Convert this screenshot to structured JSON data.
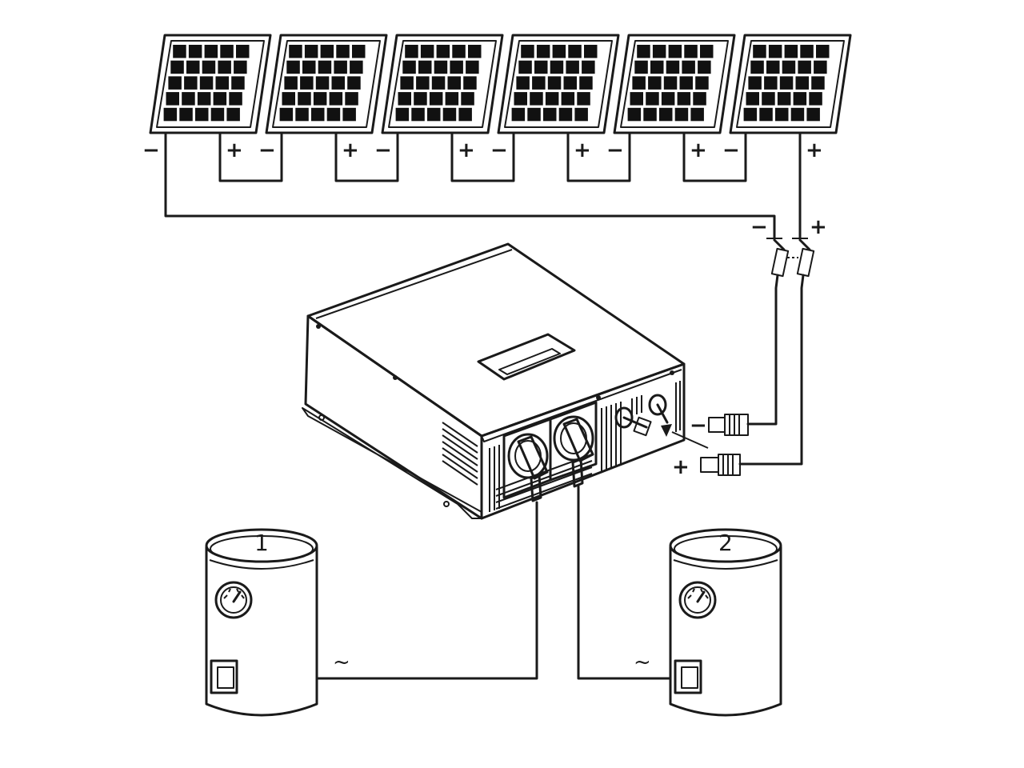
{
  "panels": {
    "count": 6,
    "minus_label": "−",
    "plus_label": "+"
  },
  "fuse": {
    "minus_label": "−",
    "plus_label": "+"
  },
  "connectors": {
    "minus_label": "−",
    "plus_label": "+"
  },
  "heaters": [
    {
      "number": "1",
      "ac_label": "~"
    },
    {
      "number": "2",
      "ac_label": "~"
    }
  ],
  "colors": {
    "line": "#1a1a1a",
    "cell": "#111111",
    "background": "#ffffff"
  }
}
